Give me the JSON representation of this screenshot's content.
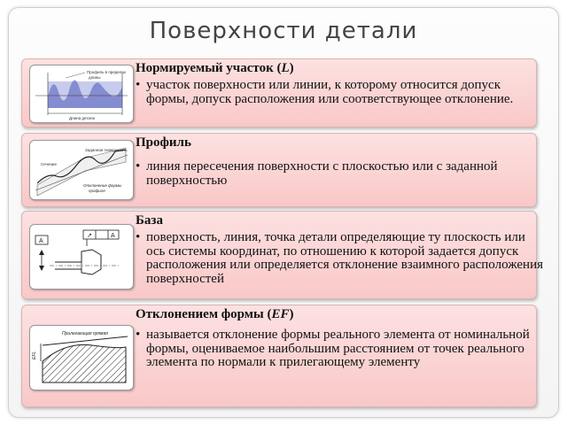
{
  "slide": {
    "title": "Поверхности детали"
  },
  "cards": [
    {
      "heading_text": "Нормируемый участок (",
      "heading_symbol": "L",
      "heading_close": ")",
      "bullet": "•",
      "text": "участок поверхности или линии, к которому относится допуск формы, допуск расположения или соответствующее отклонение."
    },
    {
      "heading_text": "Профиль",
      "bullet": "•",
      "text": "линия пересечения поверхности с плоскостью или с заданной поверхностью"
    },
    {
      "heading_text": "База",
      "bullet": "•",
      "text": "поверхность, линия, точка детали определяющие ту плоскость или ось системы координат, по отношению к которой задается допуск расположения или определяется отклонение взаимного расположения поверхностей"
    },
    {
      "heading_text": "Отклонением формы (",
      "heading_symbol": "EF",
      "heading_close": ")",
      "bullet": "•",
      "text": "называется отклонение формы реального элемента от номинальной формы, оцениваемое наибольшим расстоянием от точек реального элемента по нормали к прилегающему элементу"
    }
  ],
  "illustrations": {
    "roughness": {
      "label_top": "Профиль в пределах",
      "label_top2": "длины",
      "label_bottom": "Длина детали"
    },
    "profile": {
      "label_top": "Заданная поверхность",
      "label_left": "Сечение",
      "label_bottom1": "Отклонение формы",
      "label_bottom2": "профиля"
    },
    "base": {
      "datum_letter": "A",
      "frame_letter": "A"
    },
    "form_deviation": {
      "label_top": "Прилегающая прямая",
      "label_side": "EFL"
    }
  }
}
